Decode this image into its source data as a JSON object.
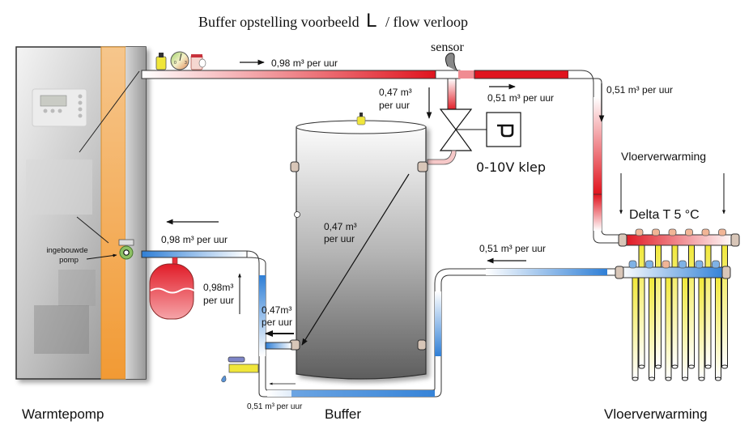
{
  "title": {
    "prefix": "Buffer opstelling voorbeeld",
    "letter": "L",
    "suffix": "/ flow verloop"
  },
  "components": {
    "heat_pump": "Warmtepomp",
    "buffer": "Buffer",
    "floor_heating": "Vloerverwarming",
    "floor_heating_top": "Vloerverwarming",
    "builtin_pump_line1": "ingebouwde",
    "builtin_pump_line2": "pomp",
    "sensor": "sensor",
    "valve": "0-10V klep",
    "delta_t": "Delta T 5 °C",
    "actuator_symbol": "P"
  },
  "flows": {
    "supply_main": "0,98 m³ per uur",
    "to_buffer_line1": "0,47 m³",
    "to_buffer_line2": "per uur",
    "to_floor_horizontal": "0,51 m³ per uur",
    "to_floor_vertical": "0,51 m³ per uur",
    "buffer_internal_line1": "0,47 m³",
    "buffer_internal_line2": "per uur",
    "return_floor": "0,51 m³ per uur",
    "return_main": "0,98 m³ per uur",
    "return_vertical_line1": "0,98m³",
    "return_vertical_line2": "per uur",
    "buffer_out_line1": "0,47m³",
    "buffer_out_line2": "per uur",
    "bottom_return": "0,51 m³ per uur"
  },
  "colors": {
    "hot": "#e0141e",
    "cold": "#2f7fd6",
    "pipe_outline": "#333333",
    "heat_pump_body": "#b9b9b9",
    "heat_pump_strip": "#f2a444",
    "floor_loop": "#f1e83a",
    "expansion_vessel": "#e8323c"
  }
}
